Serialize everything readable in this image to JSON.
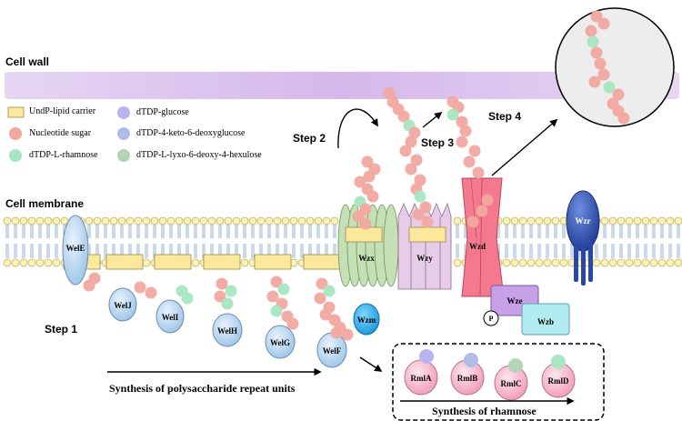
{
  "labels": {
    "cell_wall": "Cell wall",
    "cell_membrane": "Cell membrane",
    "step1": "Step 1",
    "step2": "Step 2",
    "step3": "Step 3",
    "step4": "Step 4",
    "synthesis_repeat": "Synthesis of polysaccharide repeat units",
    "synthesis_rhamnose": "Synthesis of rhamnose"
  },
  "legend": {
    "undp": "UndP-lipid carrier",
    "nucleotide": "Nucleotide sugar",
    "rhamnose": "dTDP-L-rhamnose",
    "glucose": "dTDP-glucose",
    "keto": "dTDP-4-keto-6-deoxyglucose",
    "lyxo": "dTDP-L-lyxo-6-deoxy-4-hexulose"
  },
  "proteins": {
    "wele": "WelE",
    "welj": "WelJ",
    "weli": "WelI",
    "welh": "WelH",
    "welg": "WelG",
    "welf": "WelF",
    "wzm": "Wzm",
    "wzx": "Wzx",
    "wzy": "Wzy",
    "wzd": "Wzd",
    "wze": "Wze",
    "wzb": "Wzb",
    "wzr": "Wzr",
    "p": "P",
    "rmla": "RmlA",
    "rmlb": "RmlB",
    "rmlc": "RmlC",
    "rmld": "RmlD"
  },
  "colors": {
    "cell_wall": "#dcc6ee",
    "undp": "#fbe89a",
    "nucleotide": "#f2a8a0",
    "rhamnose": "#a6e6c0",
    "glucose": "#b8b4f2",
    "keto": "#aebce6",
    "lyxo": "#b4d4b4",
    "protein_blue": "#bcd8f0",
    "wzd": "#f4788e",
    "wze": "#c8a0e8",
    "wzb": "#b2ecf0",
    "wzx": "#c4e0b4",
    "wzy": "#e6cce6",
    "wzr": "#3c64c0",
    "rml": "#f4b4cc"
  }
}
